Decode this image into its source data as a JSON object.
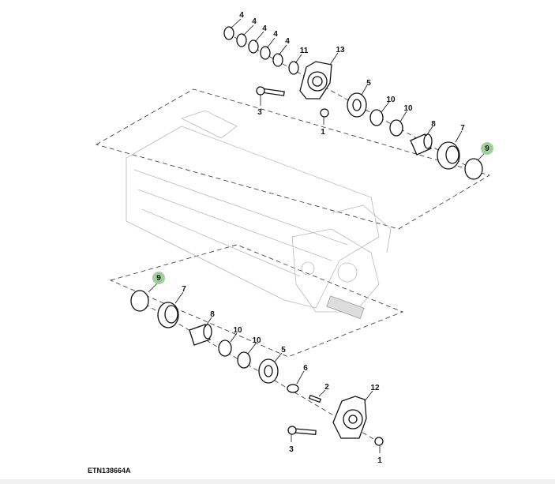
{
  "diagram_code": "ETN138664A",
  "highlight_color": "#9fcf9b",
  "top_assembly": {
    "labels": [
      "4",
      "4",
      "4",
      "4",
      "4",
      "11",
      "13",
      "3",
      "1",
      "5",
      "10",
      "10",
      "8",
      "7",
      "9"
    ],
    "highlighted": "9"
  },
  "bottom_assembly": {
    "labels": [
      "9",
      "7",
      "8",
      "10",
      "10",
      "5",
      "6",
      "2",
      "12",
      "3",
      "1"
    ],
    "highlighted": "9"
  }
}
